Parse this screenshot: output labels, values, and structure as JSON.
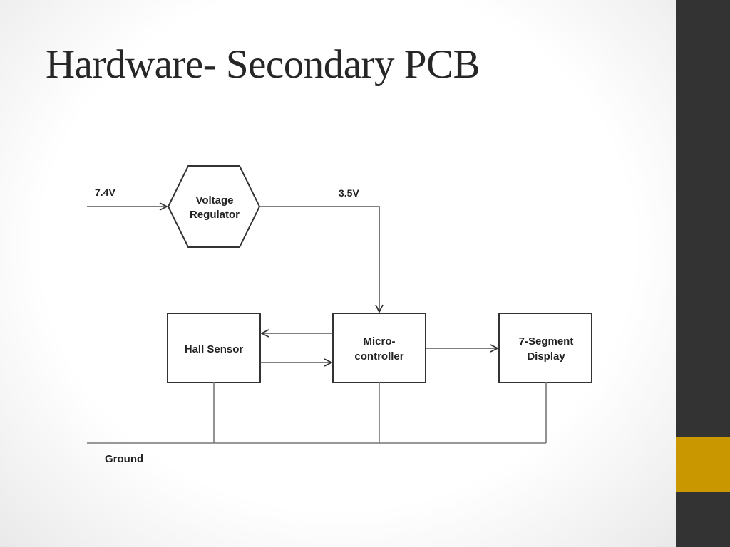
{
  "slide": {
    "title": "Hardware- Secondary PCB"
  },
  "diagram": {
    "nodes": {
      "voltage_regulator": {
        "line1": "Voltage",
        "line2": "Regulator"
      },
      "hall_sensor": {
        "line1": "Hall Sensor"
      },
      "microcontroller": {
        "line1": "Micro-",
        "line2": "controller"
      },
      "display": {
        "line1": "7-Segment",
        "line2": "Display"
      }
    },
    "labels": {
      "input_voltage": "7.4V",
      "regulated_voltage": "3.5V",
      "ground": "Ground"
    }
  },
  "theme": {
    "sidebar_color": "#333333",
    "accent_color": "#c99700"
  }
}
